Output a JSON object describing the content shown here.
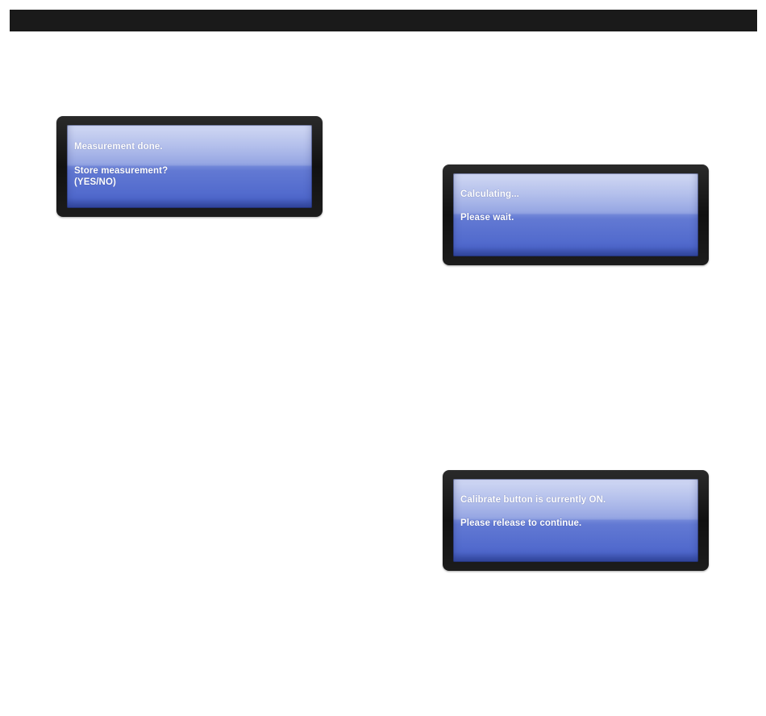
{
  "screens": {
    "store": {
      "line1": "Measurement done.",
      "line2": "Store measurement?",
      "line3": "(YES/NO)"
    },
    "calculating": {
      "line1": "Calculating...",
      "line2": "Please wait."
    },
    "calibrate": {
      "line1": "Calibrate button is currently ON.",
      "line2": "Please release to continue."
    }
  },
  "colors": {
    "bezel": "#111111",
    "panel_top": "#a9b7ea",
    "panel_bottom": "#4f68cc",
    "text": "#ffffff",
    "top_bar": "#1a1a1a"
  }
}
